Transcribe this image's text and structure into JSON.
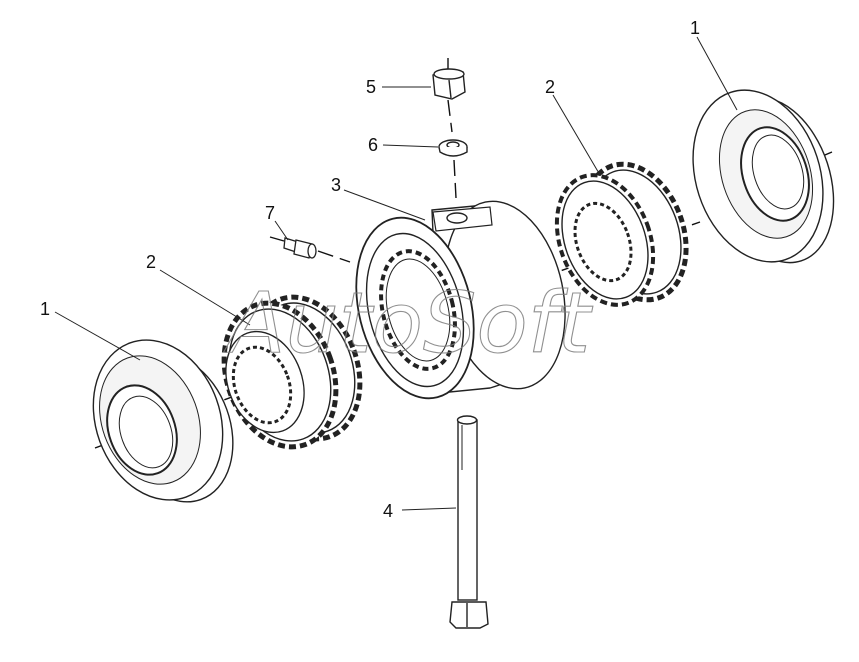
{
  "watermark": "AutoSoft",
  "colors": {
    "line": "#222222",
    "fill": "#ffffff",
    "shade": "#e8e8e8",
    "watermark": "#7d7d7d"
  },
  "callouts": {
    "bearing_cap_right": "1",
    "bearing_cap_left": "1",
    "gear_right": "2",
    "gear_left": "2",
    "housing": "3",
    "bolt": "4",
    "nut": "5",
    "washer": "6",
    "grease_fitting": "7"
  }
}
